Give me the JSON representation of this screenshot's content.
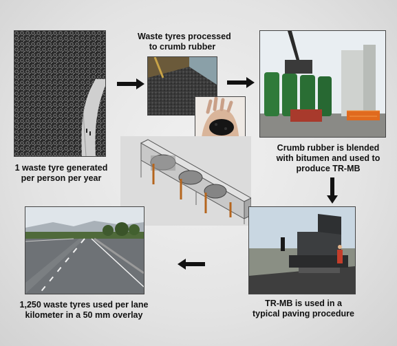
{
  "steps": [
    {
      "caption": [
        "1 waste tyre generated",
        "per person per year"
      ]
    },
    {
      "caption": [
        "Waste tyres processed",
        "to crumb rubber"
      ]
    },
    {
      "caption": [
        "Crumb rubber is blended",
        "with bitumen and used to",
        "produce TR-MB"
      ]
    },
    {
      "caption": [
        "TR-MB is used in a",
        "typical paving procedure"
      ]
    },
    {
      "caption": [
        "1,250 waste tyres used per lane",
        "kilometer in a 50 mm overlay"
      ]
    }
  ]
}
